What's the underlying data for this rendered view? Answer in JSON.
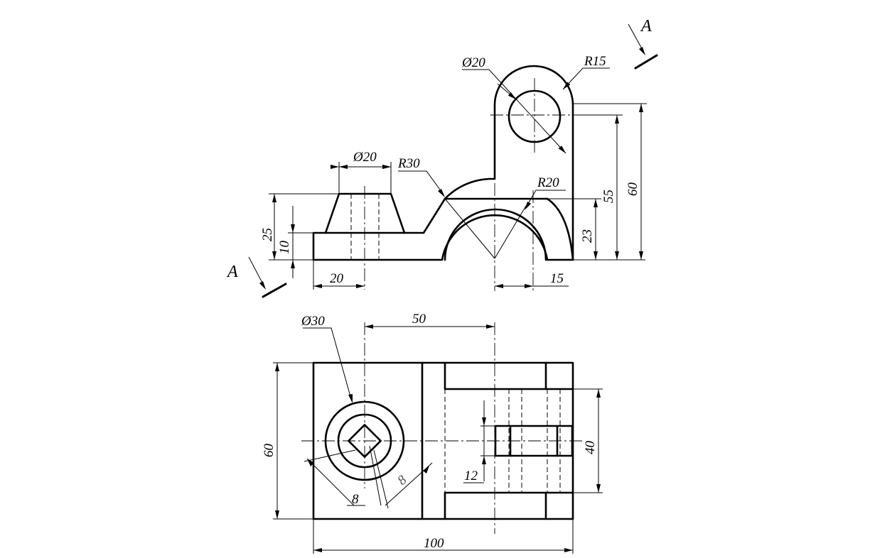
{
  "section_label_top": "A",
  "section_label_bottom": "A",
  "front_view": {
    "dia_top": "Ø20",
    "radius_top": "R15",
    "dia_boss": "Ø20",
    "radius_large": "R30",
    "radius_arch": "R20",
    "height_25": "25",
    "height_10": "10",
    "width_20": "20",
    "width_15": "15",
    "height_23": "23",
    "height_55": "55",
    "height_60": "60"
  },
  "top_view": {
    "dia_30": "Ø30",
    "offset_50": "50",
    "depth_60": "60",
    "width_40": "40",
    "slot_12": "12",
    "square_8a": "8",
    "square_8b": "8",
    "length_100": "100"
  }
}
